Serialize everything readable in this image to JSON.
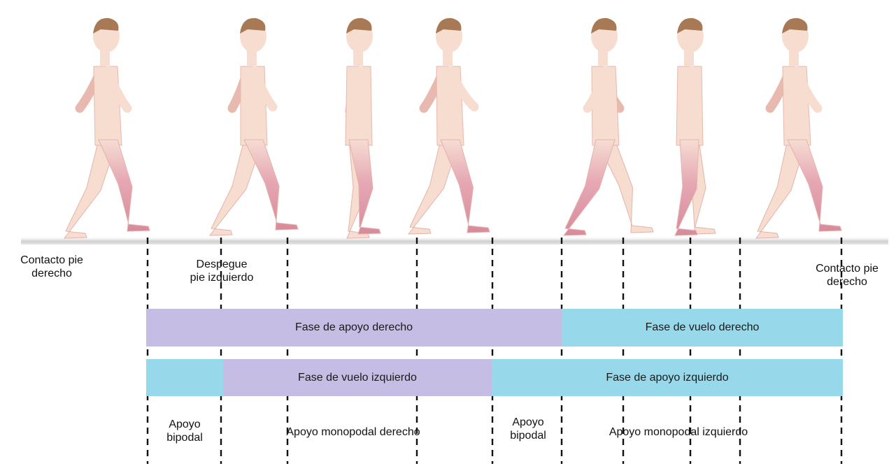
{
  "labels": {
    "contact_start": [
      "Contacto pie",
      "derecho"
    ],
    "despegue": [
      "Despegue",
      "pie izquierdo"
    ],
    "contact_end": [
      "Contacto pie",
      "derecho"
    ],
    "apoyo_bipodal_1": [
      "Apoyo",
      "bipodal"
    ],
    "apoyo_bipodal_2": [
      "Apoyo",
      "bipodal"
    ],
    "monopodal_derecho": "Apoyo monopodal derecho",
    "monopodal_izquierdo": "Apoyo monopodal izquierdo"
  },
  "bars": {
    "apoyo_derecho": "Fase de apoyo derecho",
    "vuelo_derecho": "Fase de vuelo derecho",
    "vuelo_izquierdo": "Fase de vuelo izquierdo",
    "apoyo_izquierdo": "Fase de apoyo izquierdo"
  },
  "colors": {
    "stance": "#c5bde3",
    "swing": "#97d9ea",
    "skin": "#f7ddd0",
    "skin_shade": "#e8b9ae",
    "highlight_leg": "#d98a9c",
    "hair": "#a77a55",
    "ground": "#d6d6d6"
  },
  "figures": [
    {
      "pose": "initial-contact",
      "highlight": "right-leg"
    },
    {
      "pose": "toe-off-left",
      "highlight": "right-leg"
    },
    {
      "pose": "midstance-right",
      "highlight": "right-leg"
    },
    {
      "pose": "terminal-stance-right",
      "highlight": "right-leg"
    },
    {
      "pose": "initial-contact-left",
      "highlight": "right-leg"
    },
    {
      "pose": "initial-swing-right",
      "highlight": "right-leg"
    },
    {
      "pose": "terminal-swing-right",
      "highlight": "right-leg"
    }
  ]
}
